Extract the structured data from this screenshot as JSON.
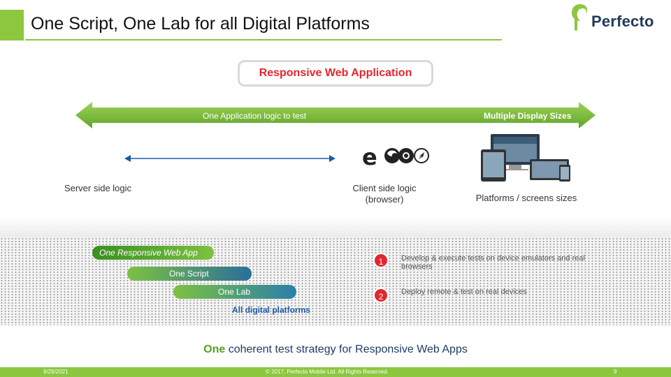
{
  "slide": {
    "title": "One Script, One Lab for all Digital Platforms",
    "logo_text": "Perfecto",
    "colors": {
      "accent": "#8dc63f",
      "brand_red": "#e3262d",
      "navy": "#1f3b63"
    }
  },
  "header_box": {
    "label": "Responsive Web Application"
  },
  "arrow": {
    "left_label": "One Application logic to test",
    "right_label": "Multiple Display Sizes"
  },
  "columns": {
    "server": "Server side logic",
    "client": "Client side logic (browser)",
    "platforms": "Platforms / screens sizes"
  },
  "pills": {
    "web_app": "One Responsive Web App",
    "script": "One Script",
    "lab": "One Lab"
  },
  "steps": {
    "badge_1": "1",
    "badge_2": "2",
    "blurb_1": "Develop & execute tests on device emulators and real browsers",
    "blurb_2": "Deploy remote & test on real devices",
    "blurb_3": "All digital platforms"
  },
  "strategy": {
    "prefix": "One",
    "rest": " coherent test strategy for Responsive Web Apps"
  },
  "footer": {
    "date": "9/26/2021",
    "copyright": "© 2017, Perfecto Mobile Ltd. All Rights Reserved.",
    "page": "9"
  },
  "icons": [
    "perfecto-logo-icon",
    "edge-browser-icon",
    "firefox-icon",
    "chrome-icon",
    "safari-icon",
    "devices-icon"
  ]
}
